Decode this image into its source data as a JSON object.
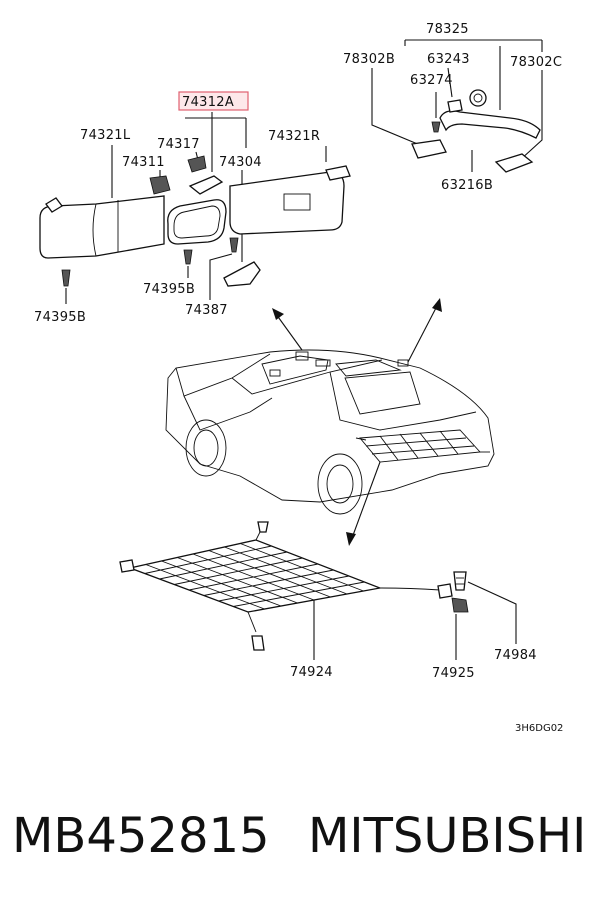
{
  "callouts": {
    "c78325": "78325",
    "c78302B": "78302B",
    "c63243": "63243",
    "c78302C": "78302C",
    "c63274": "63274",
    "c63216B": "63216B",
    "c74312A": "74312A",
    "c74321L": "74321L",
    "c74317": "74317",
    "c74321R": "74321R",
    "c74311": "74311",
    "c74304": "74304",
    "c74395B_top": "74395B",
    "c74387": "74387",
    "c74395B_left": "74395B",
    "c74924": "74924",
    "c74925": "74925",
    "c74984": "74984"
  },
  "highlight_color": "#e06070",
  "diagram_code": "3H6DG02",
  "footer": {
    "part_number": "MB452815",
    "brand": "MITSUBISHI"
  }
}
